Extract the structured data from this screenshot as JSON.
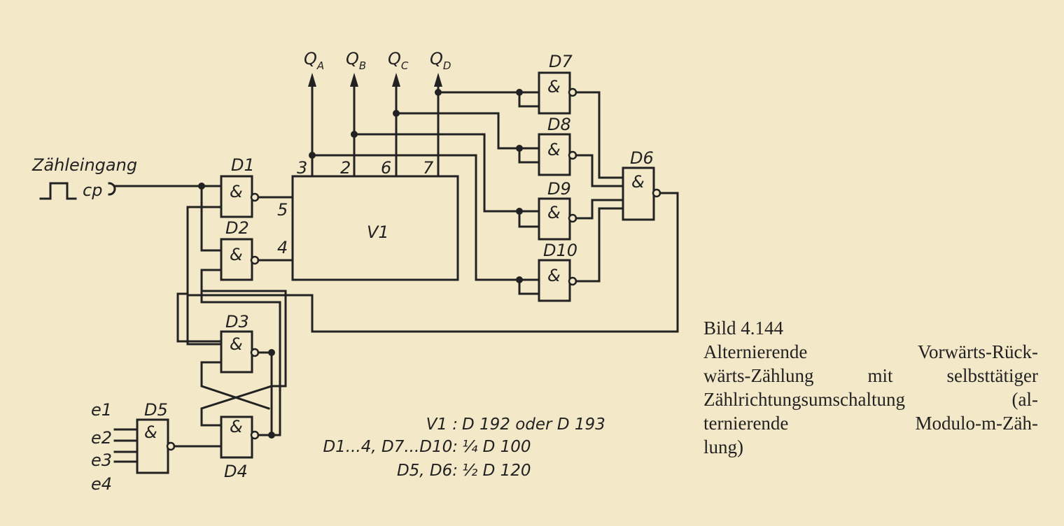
{
  "diagram": {
    "input_label": "Zähleingang",
    "cp_label": "cp",
    "outputs": [
      "Q",
      "Q",
      "Q",
      "Q"
    ],
    "output_subs": [
      "A",
      "B",
      "C",
      "D"
    ],
    "pins": [
      "3",
      "2",
      "6",
      "7",
      "5",
      "4"
    ],
    "counter_label": "V1",
    "gates": [
      "D1",
      "D2",
      "D3",
      "D4",
      "D5",
      "D6",
      "D7",
      "D8",
      "D9",
      "D10"
    ],
    "gate_symbol": "&",
    "inputs_d5": [
      "e1",
      "e2",
      "e3",
      "e4"
    ],
    "notes": [
      {
        "left": "V1 :",
        "right": "D 192  oder D 193"
      },
      {
        "left": "D1...4, D7...D10:",
        "right": "¼  D 100"
      },
      {
        "left": "D5, D6:",
        "right": "½  D 120"
      }
    ]
  },
  "caption": {
    "title": "Bild 4.144",
    "lines": [
      "Alternierende Vorwärts-Rück-",
      "wärts-Zählung mit selbsttätiger",
      "Zählrichtungsumschaltung (al-",
      "ternierende Modulo-m-Zäh-",
      "lung)"
    ]
  }
}
